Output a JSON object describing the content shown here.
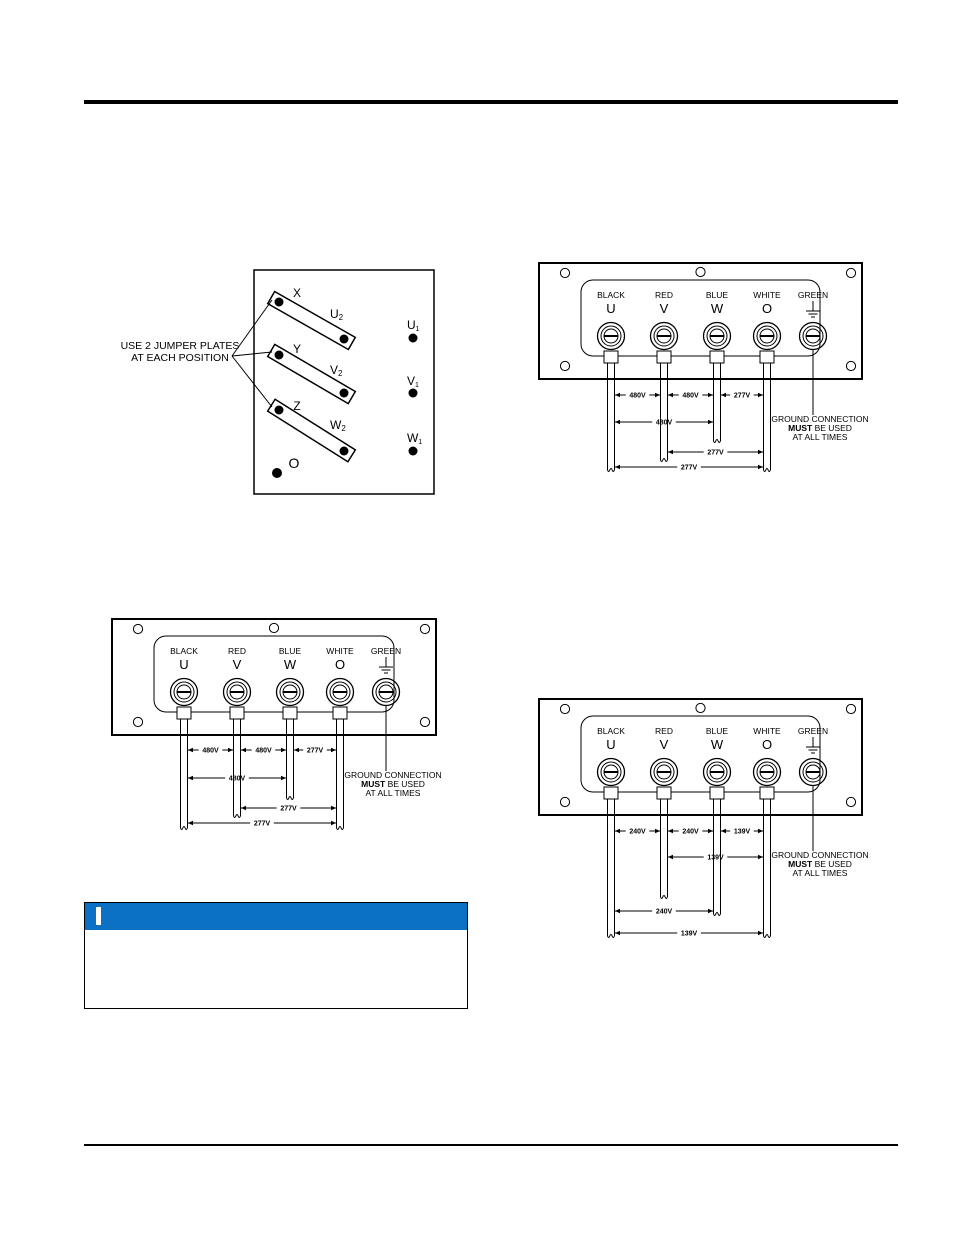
{
  "colors": {
    "note_header": "#0a71c4",
    "line": "#000000"
  },
  "jumper_diagram": {
    "callout_line1": "USE 2 JUMPER PLATES",
    "callout_line2": "AT EACH POSITION",
    "plates": [
      {
        "top": "X",
        "bottom_letter": "U",
        "bottom_sub": "2"
      },
      {
        "top": "Y",
        "bottom_letter": "V",
        "bottom_sub": "2"
      },
      {
        "top": "Z",
        "bottom_letter": "W",
        "bottom_sub": "2"
      }
    ],
    "right_terminals": [
      {
        "letter": "U",
        "sub": "1"
      },
      {
        "letter": "V",
        "sub": "1"
      },
      {
        "letter": "W",
        "sub": "1"
      }
    ],
    "neutral": "O"
  },
  "terminal_boards": [
    {
      "name": "480v-board-left",
      "terminals": [
        {
          "color": "BLACK",
          "letter": "U"
        },
        {
          "color": "RED",
          "letter": "V"
        },
        {
          "color": "BLUE",
          "letter": "W"
        },
        {
          "color": "WHITE",
          "letter": "O"
        },
        {
          "color": "GREEN",
          "letter": ""
        }
      ],
      "voltages": {
        "uv": "480V",
        "vw": "480V",
        "wo": "277V",
        "uw": "480V",
        "vo": "277V",
        "uo": "277V"
      },
      "ground_note": {
        "line1": "GROUND CONNECTION",
        "line2_bold": "MUST",
        "line2_rest": " BE USED",
        "line3": "AT ALL TIMES"
      }
    },
    {
      "name": "480v-board-right",
      "terminals": [
        {
          "color": "BLACK",
          "letter": "U"
        },
        {
          "color": "RED",
          "letter": "V"
        },
        {
          "color": "BLUE",
          "letter": "W"
        },
        {
          "color": "WHITE",
          "letter": "O"
        },
        {
          "color": "GREEN",
          "letter": ""
        }
      ],
      "voltages": {
        "uv": "480V",
        "vw": "480V",
        "wo": "277V",
        "uw": "480V",
        "vo": "277V",
        "uo": "277V"
      },
      "ground_note": {
        "line1": "GROUND CONNECTION",
        "line2_bold": "MUST",
        "line2_rest": " BE USED",
        "line3": "AT ALL TIMES"
      }
    },
    {
      "name": "240v-board-right",
      "terminals": [
        {
          "color": "BLACK",
          "letter": "U"
        },
        {
          "color": "RED",
          "letter": "V"
        },
        {
          "color": "BLUE",
          "letter": "W"
        },
        {
          "color": "WHITE",
          "letter": "O"
        },
        {
          "color": "GREEN",
          "letter": ""
        }
      ],
      "voltages": {
        "uv": "240V",
        "vw": "240V",
        "wo": "139V",
        "uw": "240V",
        "vo": "139V",
        "uo": "139V"
      },
      "ground_note": {
        "line1": "GROUND CONNECTION",
        "line2_bold": "MUST",
        "line2_rest": " BE USED",
        "line3": "AT ALL TIMES"
      }
    }
  ]
}
